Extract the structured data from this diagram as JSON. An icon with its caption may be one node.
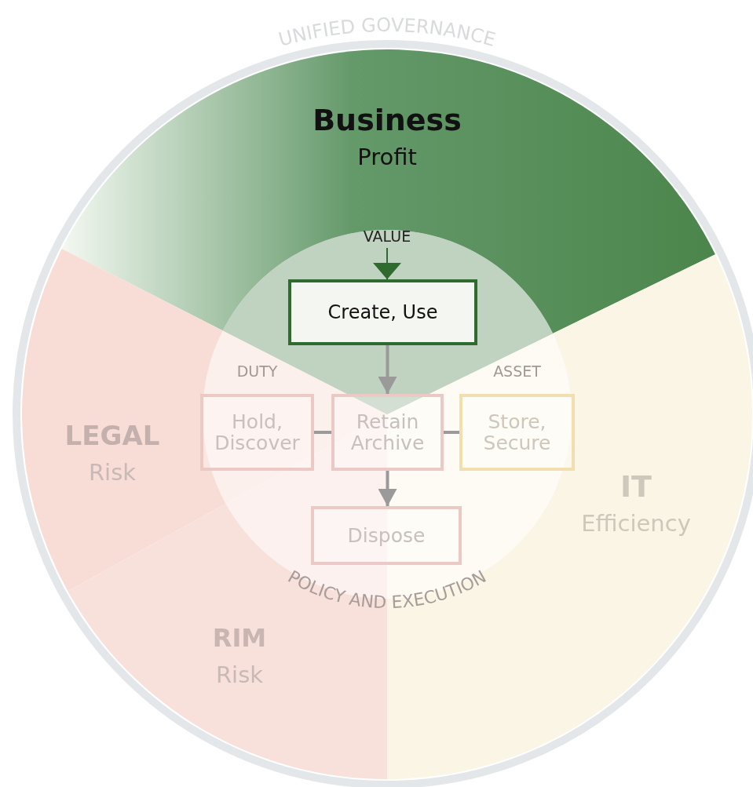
{
  "diagram": {
    "nodes": [
      {
        "text": [
          "Business",
          "Profit"
        ]
      },
      {
        "text": [
          "LEGAL",
          "Risk"
        ]
      },
      {
        "text": [
          "IT",
          "Efficiency"
        ]
      },
      {
        "text": [
          "RIM",
          "Risk"
        ]
      },
      {
        "text": [
          "VALUE"
        ]
      },
      {
        "text": [
          "Create, Use"
        ]
      },
      {
        "text": [
          "Hold, Discover"
        ],
        "beside": [
          "DUTY"
        ]
      },
      {
        "text": [
          "Retain Archive"
        ]
      },
      {
        "text": [
          "Store, Secure"
        ],
        "beside": [
          "ASSET"
        ]
      },
      {
        "text": [
          "Dispose"
        ]
      }
    ],
    "edges": [
      {
        "from": 4,
        "to": 5,
        "arrow": "to",
        "color": "#2f6a2f"
      },
      {
        "from": 5,
        "to": 7,
        "arrow": "to"
      },
      {
        "from": 6,
        "to": 7,
        "arrow": "none"
      },
      {
        "from": 7,
        "to": 8,
        "arrow": "none"
      },
      {
        "from": 7,
        "to": 9,
        "arrow": "to"
      }
    ],
    "labels": [
      "UNIFIED GOVERNANCE",
      "POLICY AND EXECUTION"
    ]
  }
}
